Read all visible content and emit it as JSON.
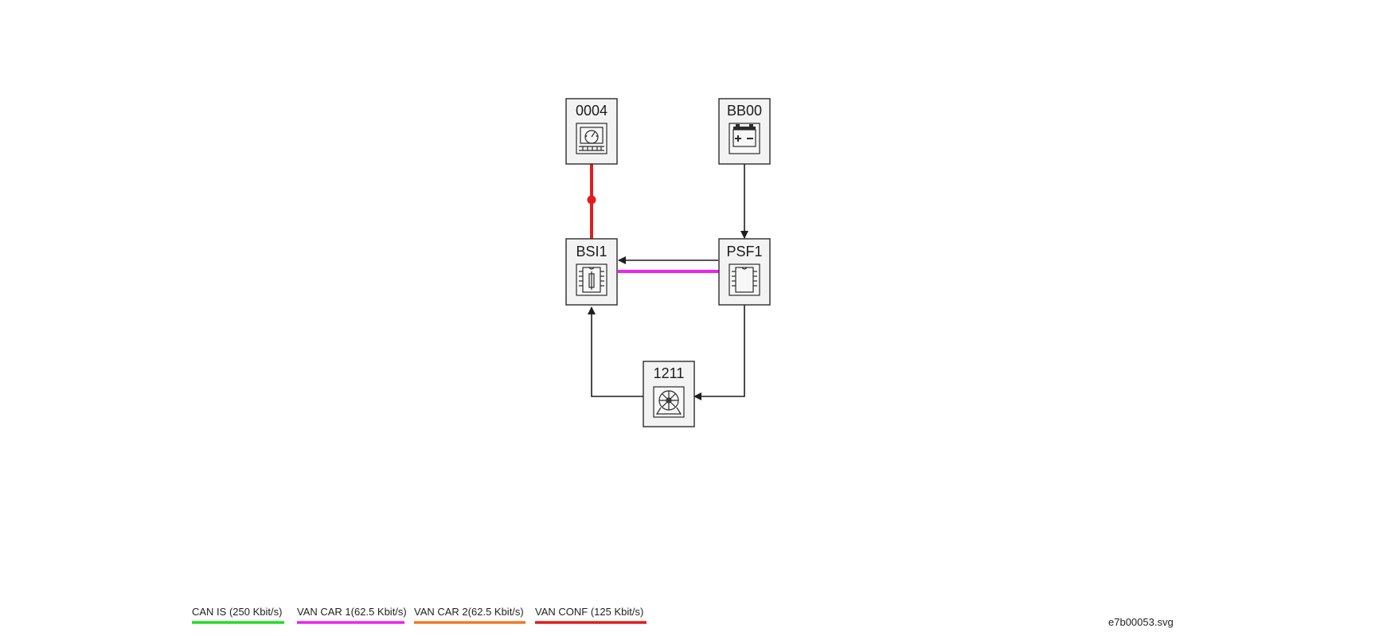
{
  "nodes": {
    "n0004": {
      "label": "0004",
      "icon": "gauge-dashboard-icon"
    },
    "bb00": {
      "label": "BB00",
      "icon": "battery-icon"
    },
    "bsi1": {
      "label": "BSI1",
      "icon": "chip-fuse-icon"
    },
    "psf1": {
      "label": "PSF1",
      "icon": "chip-icon"
    },
    "n1211": {
      "label": "1211",
      "icon": "steering-wheel-icon"
    }
  },
  "colors": {
    "can_is": "#22dd22",
    "van_car_1": "#ee22ee",
    "van_car_2": "#f07828",
    "van_conf": "#e41c1c",
    "wire": "#1e1e1e"
  },
  "legend": [
    {
      "label": "CAN IS (250 Kbit/s)",
      "color": "#22dd22"
    },
    {
      "label": "VAN CAR 1(62.5 Kbit/s)",
      "color": "#ee22ee"
    },
    {
      "label": "VAN CAR 2(62.5 Kbit/s)",
      "color": "#f07828"
    },
    {
      "label": "VAN CONF (125 Kbit/s)",
      "color": "#e41c1c"
    }
  ],
  "file_name": "e7b00053.svg"
}
